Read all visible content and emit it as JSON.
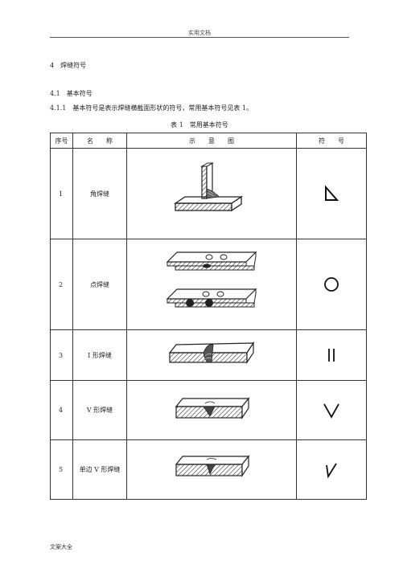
{
  "header": {
    "text": "实用文档"
  },
  "section": {
    "title": "4　焊缝符号"
  },
  "subsection": {
    "title": "4.1　基本符号"
  },
  "paragraph": {
    "text": "4.1.1　基本符号是表示焊缝横截面形状的符号，常用基本符号见表 1。"
  },
  "table": {
    "caption": "表 1　常用基本符号",
    "headers": [
      "序号",
      "名　　称",
      "示　　意　　图",
      "符　　号"
    ],
    "rows": [
      {
        "no": "1",
        "name": "角焊缝",
        "figure": "fillet-weld-diagram",
        "symbol": "triangle-symbol-icon"
      },
      {
        "no": "2",
        "name": "点焊缝",
        "figure": "spot-weld-diagram",
        "symbol": "circle-symbol-icon"
      },
      {
        "no": "3",
        "name": "I 形焊缝",
        "figure": "i-groove-weld-diagram",
        "symbol": "double-bar-symbol-icon"
      },
      {
        "no": "4",
        "name": "V 形焊缝",
        "figure": "v-groove-weld-diagram",
        "symbol": "v-symbol-icon"
      },
      {
        "no": "5",
        "name": "单边 V 形焊缝",
        "figure": "bevel-groove-weld-diagram",
        "symbol": "single-bevel-symbol-icon"
      }
    ]
  },
  "footer": {
    "text": "文案大全"
  }
}
